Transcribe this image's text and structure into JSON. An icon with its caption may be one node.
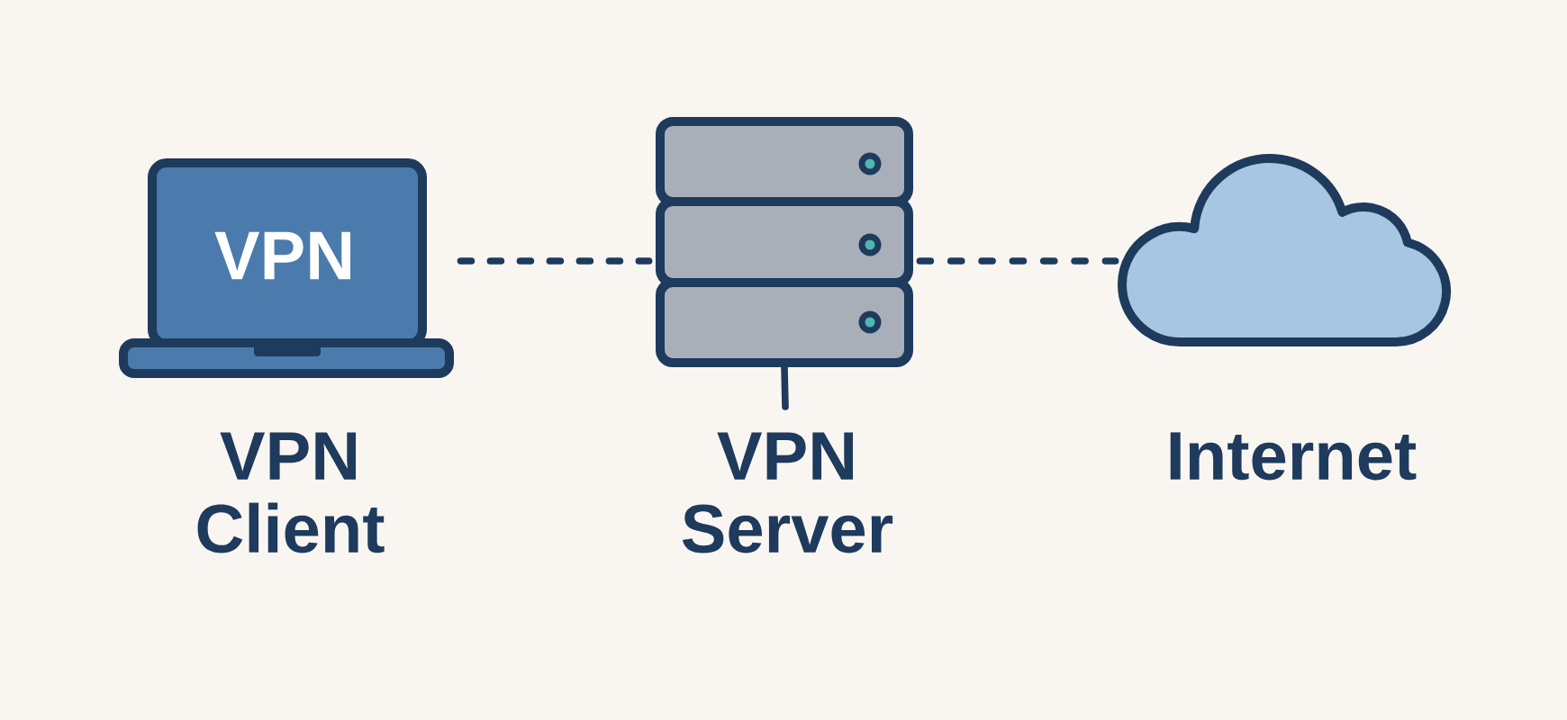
{
  "diagram": {
    "nodes": [
      {
        "text": [
          "VPN",
          "VPN Client"
        ]
      },
      {
        "text": [
          "VPN Server"
        ]
      },
      {
        "text": [
          "Internet"
        ]
      }
    ],
    "edges": [
      {
        "from": 0,
        "to": 1,
        "arrow": "none",
        "style": "dashed"
      },
      {
        "from": 1,
        "to": 2,
        "arrow": "none",
        "style": "dashed"
      },
      {
        "from": 1,
        "to": null,
        "arrow": "none"
      }
    ]
  }
}
